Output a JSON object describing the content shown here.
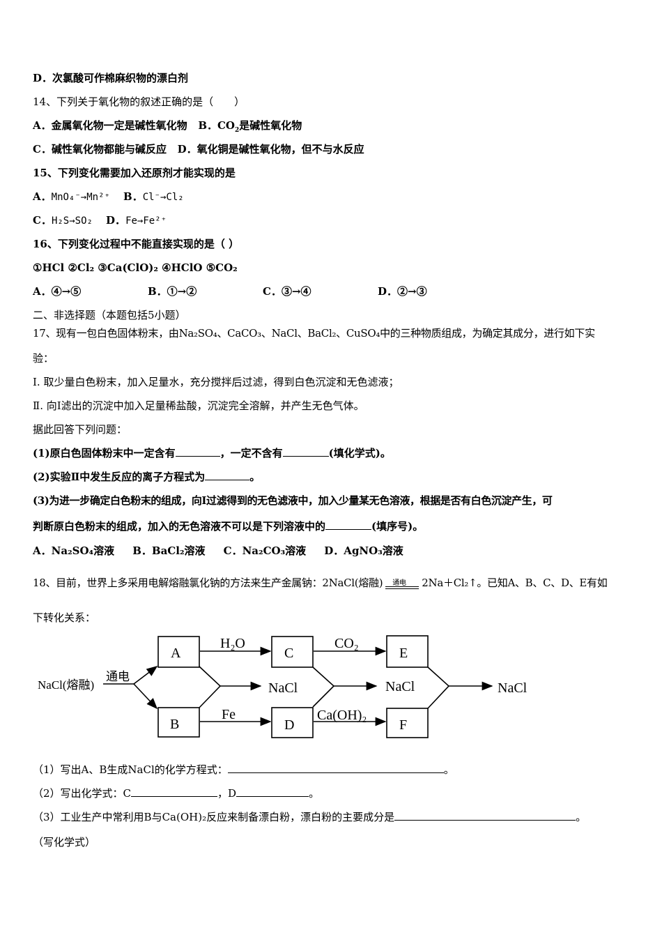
{
  "q13": {
    "d": "D．次氯酸可作棉麻织物的漂白剂"
  },
  "q14": {
    "stem": "14、下列关于氧化物的叙述正确的是（　　）",
    "a": "A．金属氧化物一定是碱性氧化物",
    "b_pre": "B．CO",
    "b_sub": "2",
    "b_post": "是碱性氧化物",
    "c": "C．碱性氧化物都能与碱反应",
    "d": "D．氧化铜是碱性氧化物，但不与水反应"
  },
  "q15": {
    "stem": "15、下列变化需要加入还原剂才能实现的是",
    "a_label": "A．",
    "a": "MnO₄⁻→Mn²⁺",
    "b_label": "B．",
    "b": "Cl⁻→Cl₂",
    "c_label": "C．",
    "c": "H₂S→SO₂",
    "d_label": "D．",
    "d": "Fe→Fe²⁺"
  },
  "q16": {
    "stem": "16、下列变化过程中不能直接实现的是（ ）",
    "items": "①HCl ②Cl₂ ③Ca(ClO)₂ ④HClO ⑤CO₂",
    "a": "A．④→⑤",
    "b": "B．①→②",
    "c": "C．③→④",
    "d": "D．②→③"
  },
  "section2": "二、非选择题（本题包括5小题）",
  "q17": {
    "stem1": "17、现有一包白色固体粉末，由Na₂SO₄、CaCO₃、NaCl、BaCl₂、CuSO₄中的三种物质组成，为确定其成分，进行如下实",
    "stem2": "验：",
    "step1": "Ⅰ. 取少量白色粉末，加入足量水，充分搅拌后过滤，得到白色沉淀和无色滤液；",
    "step2": "Ⅱ. 向Ⅰ滤出的沉淀中加入足量稀盐酸，沉淀完全溶解，并产生无色气体。",
    "intro": "据此回答下列问题：",
    "p1_a": "(1)原白色固体粉末中一定含有",
    "p1_b": "，一定不含有",
    "p1_c": "(填化学式)。",
    "p2_a": "(2)实验Ⅱ中发生反应的离子方程式为",
    "p2_b": "。",
    "p3_line1": "(3)为进一步确定白色粉末的组成，向Ⅰ过滤得到的无色滤液中，加入少量某无色溶液，根据是否有白色沉淀产生，可",
    "p3_a": "判断原白色粉末的组成，加入的无色溶液不可以是下列溶液中的",
    "p3_b": "(填序号)。",
    "opt_a": "A．Na₂SO₄溶液",
    "opt_b": "B．BaCl₂溶液",
    "opt_c": "C．Na₂CO₃溶液",
    "opt_d": "D．AgNO₃溶液"
  },
  "q18": {
    "stem_a": "18、目前，世界上多采用电解熔融氯化钠的方法来生产金属钠：2NaCl(熔融)",
    "cond": "通电",
    "stem_b": "2Na＋Cl₂↑。已知A、B、C、D、E有如",
    "stem2": "下转化关系：",
    "diagram": {
      "start": "NaCl(熔融)",
      "start_cond": "通电",
      "a": "A",
      "b": "B",
      "c": "C",
      "d": "D",
      "e": "E",
      "f": "F",
      "r_ac": "H₂O",
      "r_ce": "CO₂",
      "r_bd": "Fe",
      "r_df": "Ca(OH)₂",
      "nacl1": "NaCl",
      "nacl2": "NaCl",
      "nacl3": "NaCl"
    },
    "p1_a": "（1）写出A、B生成NaCl的化学方程式：",
    "p1_b": "。",
    "p2_a": "（2）写出化学式：C",
    "p2_b": "，D",
    "p2_c": "。",
    "p3_a": "（3）工业生产中常利用B与Ca(OH)₂反应来制备漂白粉，漂白粉的主要成分是",
    "p3_b": "。",
    "p3_note": "（写化学式）"
  }
}
